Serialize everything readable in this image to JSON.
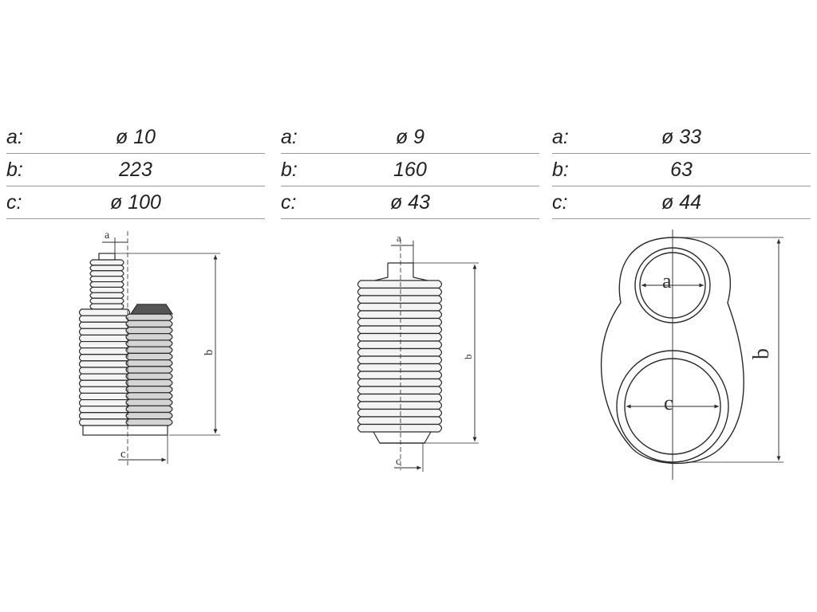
{
  "tables": [
    {
      "rows": [
        {
          "label": "a:",
          "value": "ø 10"
        },
        {
          "label": "b:",
          "value": "223"
        },
        {
          "label": "c:",
          "value": "ø 100"
        }
      ]
    },
    {
      "rows": [
        {
          "label": "a:",
          "value": "ø 9"
        },
        {
          "label": "b:",
          "value": "160"
        },
        {
          "label": "c:",
          "value": "ø  43"
        }
      ]
    },
    {
      "rows": [
        {
          "label": "a:",
          "value": "ø 33"
        },
        {
          "label": "b:",
          "value": "63"
        },
        {
          "label": "c:",
          "value": "ø  44"
        }
      ]
    }
  ],
  "diagram_labels": {
    "d1": {
      "a": "a",
      "b": "b",
      "c": "c"
    },
    "d2": {
      "a": "a",
      "b": "b",
      "c": "c"
    },
    "d3": {
      "a": "a",
      "b": "b",
      "c": "c"
    }
  },
  "colors": {
    "ink": "#2a2a2a",
    "rule": "#9a9a9a",
    "fill": "#d8d8d8"
  }
}
